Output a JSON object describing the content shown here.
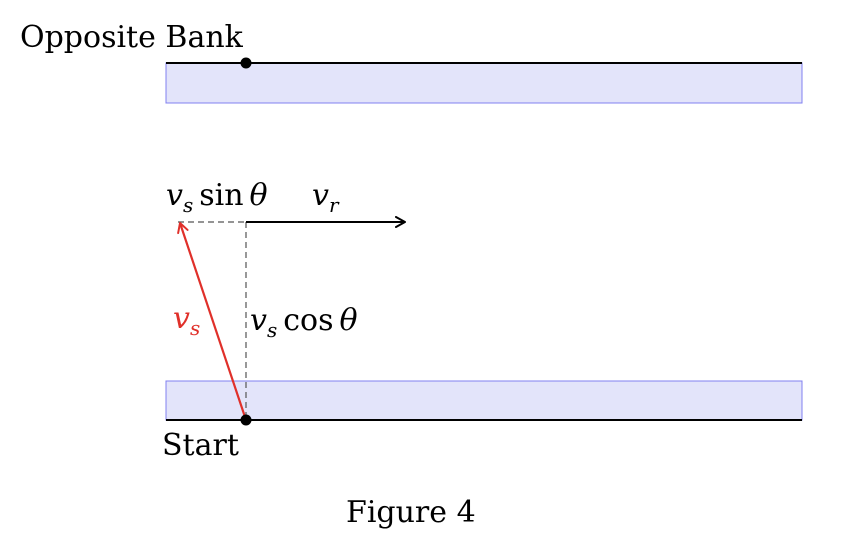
{
  "labels": {
    "opposite_bank": "Opposite Bank",
    "start": "Start",
    "caption": "Figure 4"
  },
  "math": {
    "v": "v",
    "sub_s": "s",
    "sub_r": "r",
    "sin": "sin",
    "cos": "cos",
    "theta": "θ"
  },
  "colors": {
    "bank_fill": "#e3e4fa",
    "bank_stroke": "#8080f0",
    "swimmer_vector": "#e0302a",
    "line": "#000000",
    "dashed": "#555555"
  }
}
